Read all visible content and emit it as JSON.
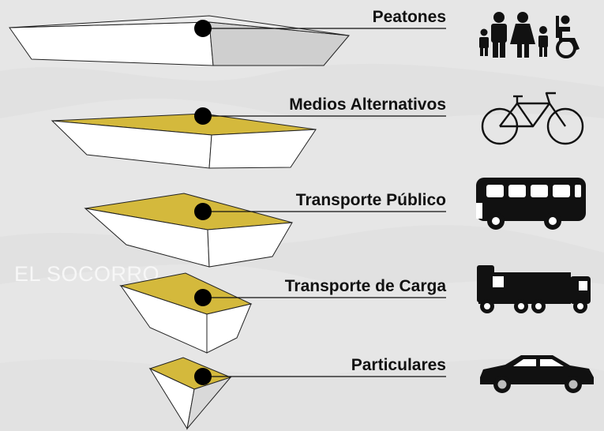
{
  "watermark": "EL SOCORRO",
  "colors": {
    "background": "#e6e6e6",
    "prism_top": "#d4b93c",
    "prism_face": "#ffffff",
    "prism_side": "#cfcfcf",
    "icon": "#111111",
    "marker": "#000000"
  },
  "levels": [
    {
      "label": "Peatones",
      "icon": "pedestrians-family-wheelchair-icon"
    },
    {
      "label": "Medios Alternativos",
      "icon": "bicycle-icon"
    },
    {
      "label": "Transporte Público",
      "icon": "bus-icon"
    },
    {
      "label": "Transporte de Carga",
      "icon": "truck-icon"
    },
    {
      "label": "Particulares",
      "icon": "car-icon"
    }
  ]
}
